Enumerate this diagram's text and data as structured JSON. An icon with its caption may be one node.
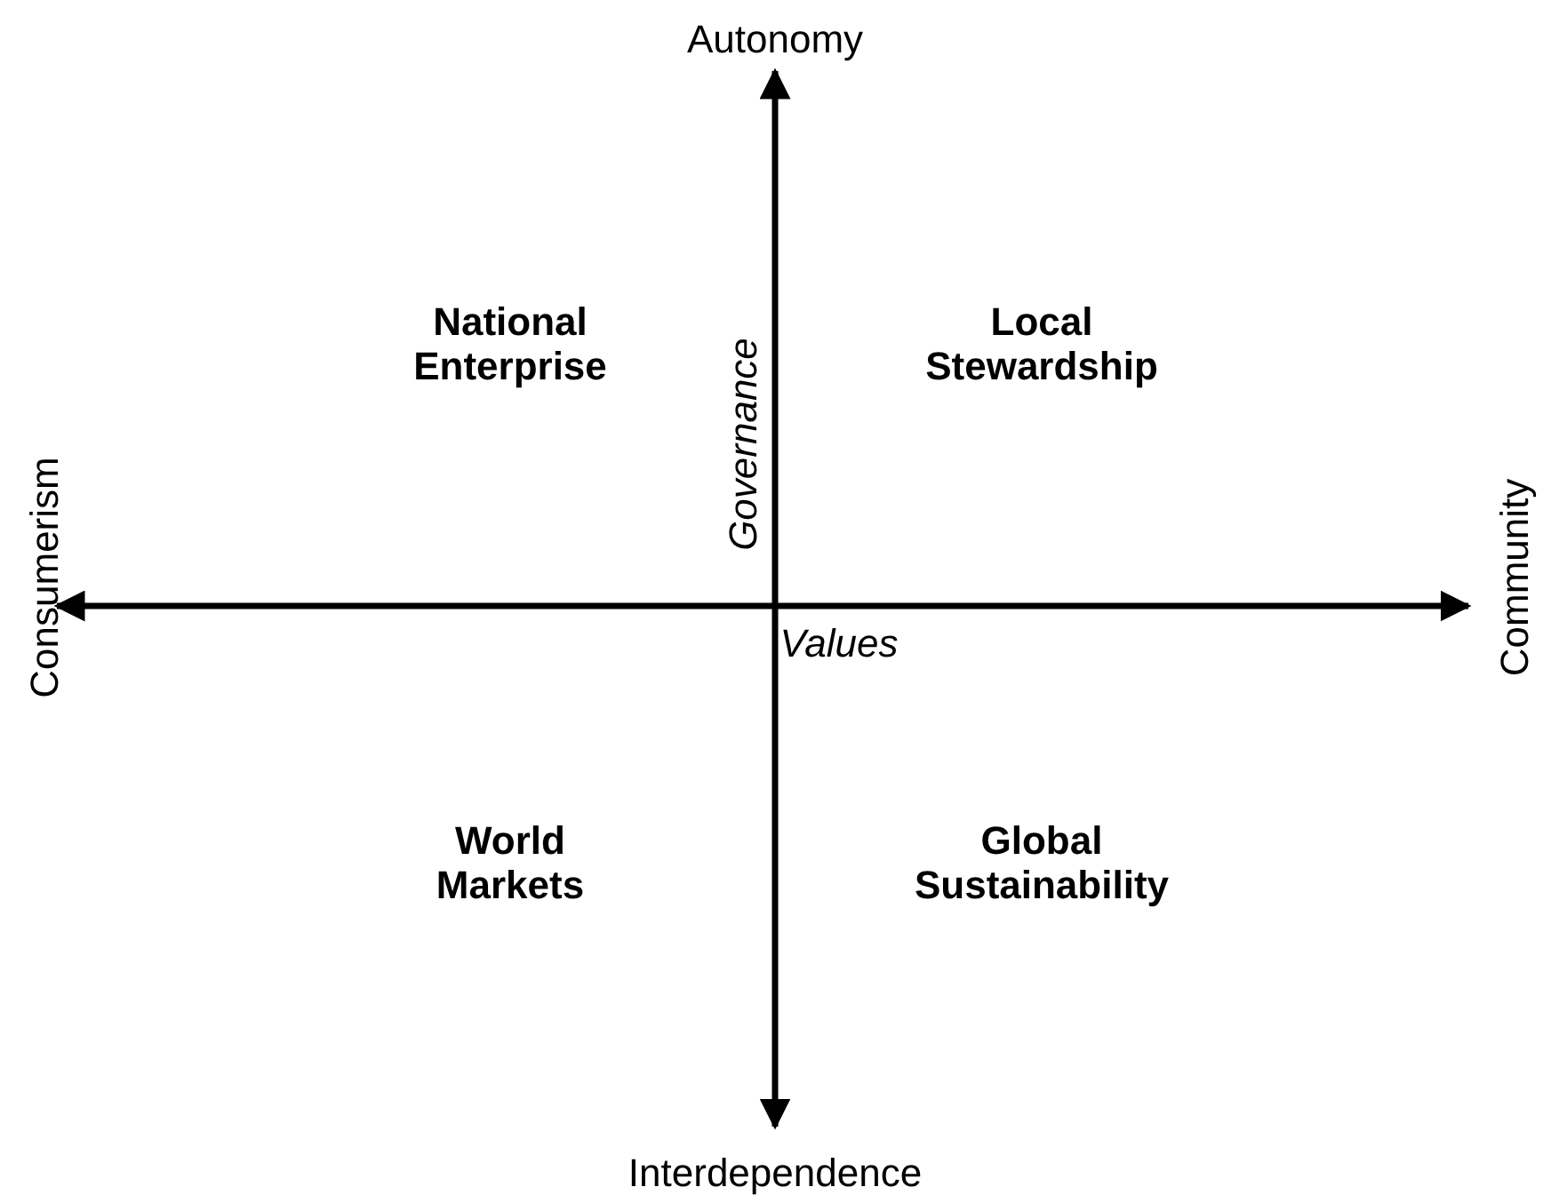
{
  "diagram": {
    "labels": [
      "Autonomy",
      "Consumerism",
      "National Enterprise",
      "Governance",
      "Local Stewardship",
      "Community",
      "Values",
      "World Markets",
      "Global Sustainability",
      "Interdependence"
    ]
  }
}
